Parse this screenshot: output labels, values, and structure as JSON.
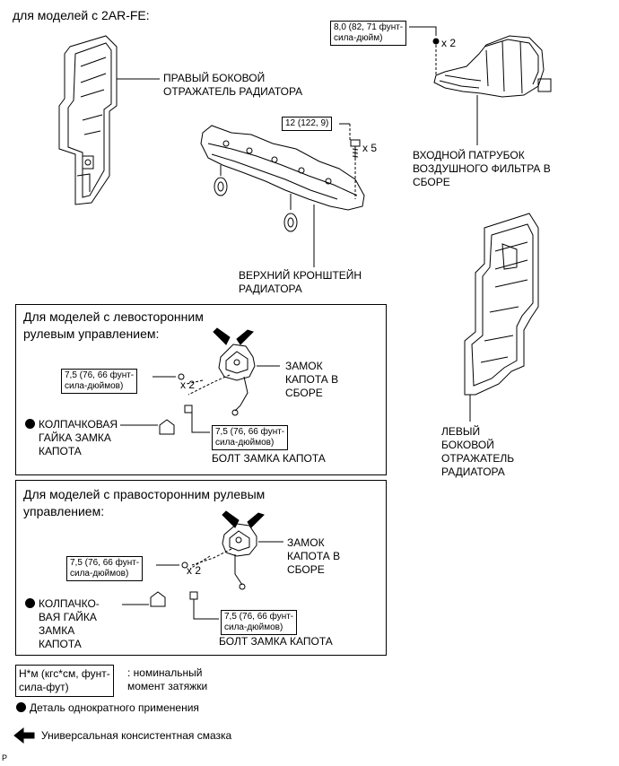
{
  "header": {
    "title": "для моделей с 2AR-FE:"
  },
  "parts": {
    "rh_deflector": [
      "ПРАВЫЙ БОКОВОЙ",
      "ОТРАЖАТЕЛЬ РАДИАТОРА"
    ],
    "air_inlet": [
      "ВХОДНОЙ ПАТРУБОК",
      "ВОЗДУШНОГО ФИЛЬТРА В",
      "СБОРЕ"
    ],
    "upper_support": [
      "ВЕРХНИЙ КРОНШТЕЙН",
      "РАДИАТОРА"
    ],
    "lh_deflector": [
      "ЛЕВЫЙ",
      "БОКОВОЙ",
      "ОТРАЖАТЕЛЬ",
      "РАДИАТОРА"
    ]
  },
  "torques": {
    "air_inlet": [
      "8,0 (82, 71 фунт-",
      "сила-дюйм)"
    ],
    "air_inlet_qty": "x 2",
    "upper_support": [
      "12 (122, 9)"
    ],
    "upper_support_qty": "x 5"
  },
  "lhd_panel": {
    "title": [
      "Для моделей с левосторонним",
      "рулевым управлением:"
    ],
    "torque_left": [
      "7,5 (76, 66 фунт-",
      "сила-дюймов)"
    ],
    "qty": "x 2",
    "lock_label": [
      "ЗАМОК",
      "КАПОТА В",
      "СБОРЕ"
    ],
    "cap_nut": [
      "КОЛПАЧКОВАЯ",
      "ГАЙКА ЗАМКА",
      "КАПОТА"
    ],
    "torque_bolt": [
      "7,5 (76, 66 фунт-",
      "сила-дюймов)"
    ],
    "bolt_label": "БОЛТ ЗАМКА КАПОТА"
  },
  "rhd_panel": {
    "title": [
      "Для моделей с правосторонним рулевым",
      "управлением:"
    ],
    "torque_left": [
      "7,5 (76, 66 фунт-",
      "сила-дюймов)"
    ],
    "qty": "x 2",
    "lock_label": [
      "ЗАМОК",
      "КАПОТА В",
      "СБОРЕ"
    ],
    "cap_nut": [
      "КОЛПАЧКО-",
      "ВАЯ ГАЙКА",
      "ЗАМКА",
      "КАПОТА"
    ],
    "torque_bolt": [
      "7,5 (76, 66 фунт-",
      "сила-дюймов)"
    ],
    "bolt_label": "БОЛТ ЗАМКА КАПОТА"
  },
  "legend": {
    "torque_box": [
      "Н*м (кгс*см, фунт-",
      "сила-фут)"
    ],
    "torque_desc": [
      ": номинальный",
      "момент затяжки"
    ],
    "non_reusable": "Деталь однократного применения",
    "grease": "Универсальная консистентная смазка"
  },
  "footer": {
    "code": "P"
  }
}
